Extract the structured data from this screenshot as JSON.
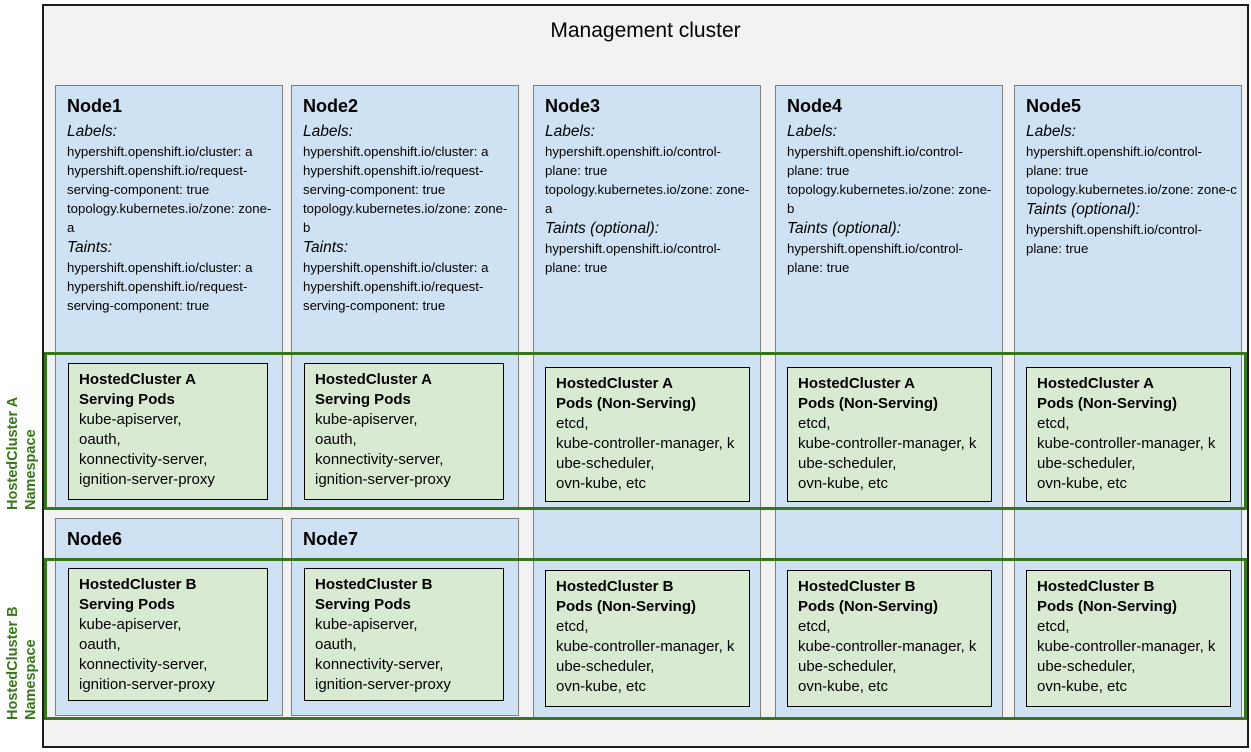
{
  "diagram_title": "Management cluster",
  "colors": {
    "outer_fill": "#f2f2f2",
    "outer_border": "#1c1c1c",
    "node_fill": "#cfe2f3",
    "node_border": "#7f7f7f",
    "pod_fill": "#d9ead3",
    "pod_border": "#000000",
    "namespace_band_border": "#38761d",
    "namespace_label_color": "#38761d"
  },
  "namespaces": [
    {
      "label_line1": "HostedCluster A",
      "label_line2": "Namespace"
    },
    {
      "label_line1": "HostedCluster B",
      "label_line2": "Namespace"
    }
  ],
  "nodes": [
    {
      "title": "Node1",
      "labels_heading": "Labels:",
      "labels": [
        "hypershift.openshift.io/cluster: a",
        "hypershift.openshift.io/request-serving-component: true",
        "topology.kubernetes.io/zone: zone-a"
      ],
      "taints_heading": "Taints:",
      "taints": [
        "hypershift.openshift.io/cluster: a",
        "hypershift.openshift.io/request-serving-component: true"
      ]
    },
    {
      "title": "Node2",
      "labels_heading": "Labels:",
      "labels": [
        "hypershift.openshift.io/cluster: a",
        "hypershift.openshift.io/request-serving-component: true",
        "topology.kubernetes.io/zone: zone-b"
      ],
      "taints_heading": "Taints:",
      "taints": [
        "hypershift.openshift.io/cluster: a",
        "hypershift.openshift.io/request-serving-component: true"
      ]
    },
    {
      "title": "Node3",
      "labels_heading": "Labels:",
      "labels": [
        "hypershift.openshift.io/control-plane: true",
        "topology.kubernetes.io/zone: zone-a"
      ],
      "taints_heading": "Taints (optional):",
      "taints": [
        "hypershift.openshift.io/control-plane: true"
      ]
    },
    {
      "title": "Node4",
      "labels_heading": "Labels:",
      "labels": [
        "hypershift.openshift.io/control-plane: true",
        "topology.kubernetes.io/zone: zone-b"
      ],
      "taints_heading": "Taints (optional):",
      "taints": [
        "hypershift.openshift.io/control-plane: true"
      ]
    },
    {
      "title": "Node5",
      "labels_heading": "Labels:",
      "labels": [
        "hypershift.openshift.io/control-plane: true",
        "topology.kubernetes.io/zone: zone-c"
      ],
      "taints_heading": "Taints (optional):",
      "taints": [
        "hypershift.openshift.io/control-plane: true"
      ]
    },
    {
      "title": "Node6"
    },
    {
      "title": "Node7"
    }
  ],
  "pods": {
    "serving_a": {
      "line1": "HostedCluster A",
      "line2": "Serving Pods",
      "items": [
        "kube-apiserver,",
        "oauth,",
        "konnectivity-server,",
        "ignition-server-proxy"
      ]
    },
    "nonserving_a": {
      "line1": "HostedCluster A",
      "line2": "Pods (Non-Serving)",
      "items": [
        "etcd,",
        "kube-controller-manager, kube-scheduler,",
        "ovn-kube, etc"
      ]
    },
    "serving_b": {
      "line1": "HostedCluster B",
      "line2": "Serving Pods",
      "items": [
        "kube-apiserver,",
        "oauth,",
        "konnectivity-server,",
        "ignition-server-proxy"
      ]
    },
    "nonserving_b": {
      "line1": "HostedCluster B",
      "line2": "Pods (Non-Serving)",
      "items": [
        "etcd,",
        "kube-controller-manager, kube-scheduler,",
        "ovn-kube, etc"
      ]
    }
  }
}
